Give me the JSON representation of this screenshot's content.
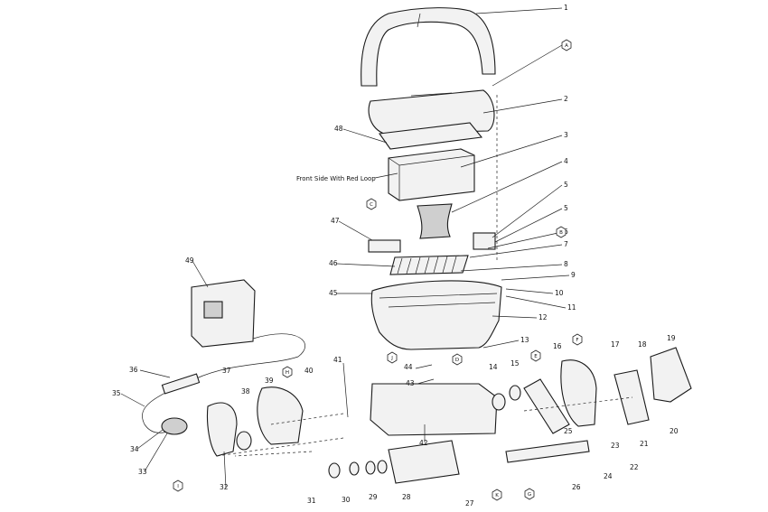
{
  "annotation": "Front Side With Red Loop",
  "numbers": [
    "1",
    "2",
    "3",
    "4",
    "5",
    "5",
    "6",
    "7",
    "8",
    "9",
    "10",
    "11",
    "12",
    "13",
    "14",
    "15",
    "16",
    "17",
    "18",
    "19",
    "20",
    "21",
    "22",
    "23",
    "24",
    "25",
    "26",
    "27",
    "28",
    "29",
    "30",
    "31",
    "32",
    "33",
    "34",
    "35",
    "36",
    "37",
    "38",
    "39",
    "40",
    "41",
    "42",
    "43",
    "44",
    "45",
    "46",
    "47",
    "48",
    "49"
  ],
  "ref_letters": [
    "A",
    "B",
    "C",
    "D",
    "E",
    "F",
    "G",
    "H",
    "I",
    "J",
    "K"
  ]
}
